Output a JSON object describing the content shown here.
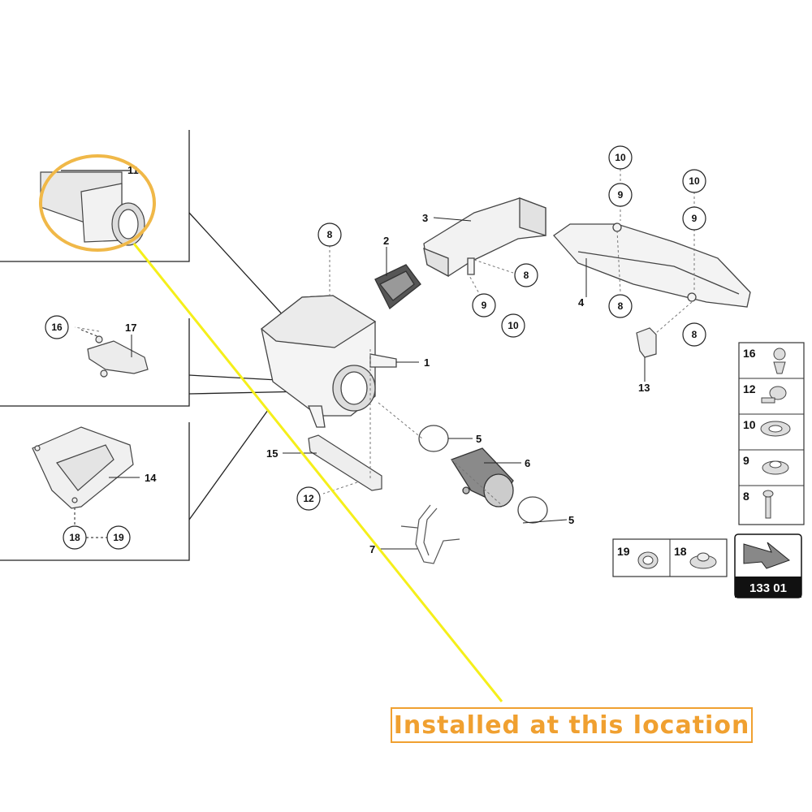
{
  "callout": {
    "text": "Installed at this location",
    "color": "#f0a030"
  },
  "highlight": {
    "ring_color": "#f0b848",
    "pointer_color": "#f5ef1a"
  },
  "reference_badge": "133 01",
  "part_labels": {
    "p1": "1",
    "p2": "2",
    "p3": "3",
    "p4": "4",
    "p5a": "5",
    "p5b": "5",
    "p6": "6",
    "p7": "7",
    "p11": "11",
    "p12": "12",
    "p13": "13",
    "p14": "14",
    "p15": "15",
    "p17": "17"
  },
  "circle_labels": {
    "c8_box": "8",
    "c8_duct3": "8",
    "c9_duct3": "9",
    "c10_duct3": "10",
    "c10_top": "10",
    "c9_top": "9",
    "c10_right": "10",
    "c9_right": "9",
    "c8_duct4": "8",
    "c8_right": "8",
    "c16": "16",
    "c18": "18",
    "c19": "19",
    "c12": "12"
  },
  "legend_right": [
    {
      "number": "16",
      "item": "screw"
    },
    {
      "number": "12",
      "item": "bolt"
    },
    {
      "number": "10",
      "item": "grommet"
    },
    {
      "number": "9",
      "item": "spacer"
    },
    {
      "number": "8",
      "item": "bolt"
    }
  ],
  "legend_bottom": [
    {
      "number": "19",
      "item": "nut"
    },
    {
      "number": "18",
      "item": "washer"
    }
  ]
}
